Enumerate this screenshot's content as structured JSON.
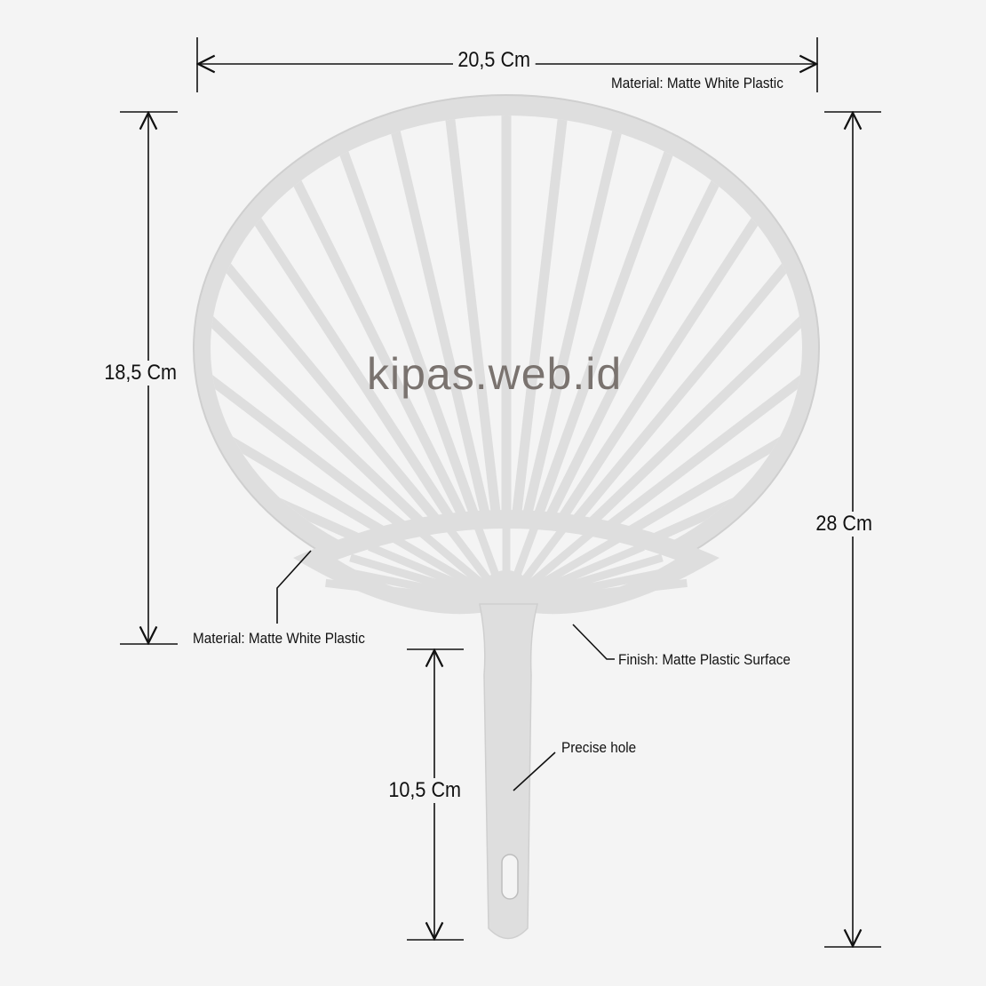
{
  "dimensions": {
    "width": "20,5 Cm",
    "fan_height": "18,5 Cm",
    "total_height": "28 Cm",
    "handle_length": "10,5 Cm"
  },
  "annotations": {
    "top_material": "Material: Matte White Plastic",
    "left_material": "Material: Matte White Plastic",
    "finish": "Finish: Matte Plastic Surface",
    "hole": "Precise hole"
  },
  "watermark": "kipas.web.id",
  "colors": {
    "background": "#f4f4f4",
    "fan": "#dedede",
    "line": "#111111"
  }
}
